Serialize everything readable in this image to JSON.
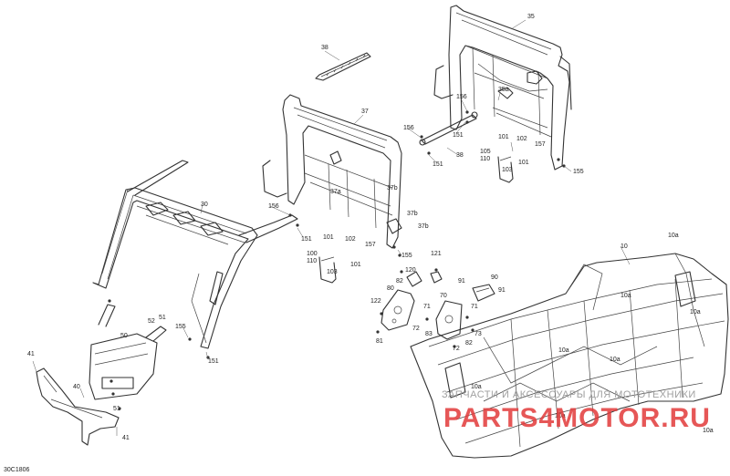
{
  "diagram_code": "30C1806",
  "watermark": {
    "tagline": "ЗАПЧАСТИ И АКСЕССУАРЫ ДЛЯ МОТОТЕХНИКИ",
    "logo": "PARTS4MOTOR.RU",
    "color": "#e23a3a"
  },
  "callouts": [
    {
      "id": "c35",
      "text": "35"
    },
    {
      "id": "c38a",
      "text": "38"
    },
    {
      "id": "c37",
      "text": "37"
    },
    {
      "id": "c35a",
      "text": "35a"
    },
    {
      "id": "c156a",
      "text": "156"
    },
    {
      "id": "c151a",
      "text": "151"
    },
    {
      "id": "c156b",
      "text": "156"
    },
    {
      "id": "c38b",
      "text": "38"
    },
    {
      "id": "c151b",
      "text": "151"
    },
    {
      "id": "c101a",
      "text": "101"
    },
    {
      "id": "c102a",
      "text": "102"
    },
    {
      "id": "c157a",
      "text": "157"
    },
    {
      "id": "c105",
      "text": "105"
    },
    {
      "id": "c110a",
      "text": "110"
    },
    {
      "id": "c101b",
      "text": "101"
    },
    {
      "id": "c103a",
      "text": "103"
    },
    {
      "id": "c155a",
      "text": "155"
    },
    {
      "id": "c30",
      "text": "30"
    },
    {
      "id": "c37a",
      "text": "37a"
    },
    {
      "id": "c37b1",
      "text": "37b"
    },
    {
      "id": "c37b2",
      "text": "37b"
    },
    {
      "id": "c37b3",
      "text": "37b"
    },
    {
      "id": "c156c",
      "text": "156"
    },
    {
      "id": "c151c",
      "text": "151"
    },
    {
      "id": "c101c",
      "text": "101"
    },
    {
      "id": "c102b",
      "text": "102"
    },
    {
      "id": "c157b",
      "text": "157"
    },
    {
      "id": "c100",
      "text": "100"
    },
    {
      "id": "c110b",
      "text": "110"
    },
    {
      "id": "c101d",
      "text": "101"
    },
    {
      "id": "c155b",
      "text": "155"
    },
    {
      "id": "c103b",
      "text": "103"
    },
    {
      "id": "c121",
      "text": "121"
    },
    {
      "id": "c120",
      "text": "120"
    },
    {
      "id": "c91a",
      "text": "91"
    },
    {
      "id": "c90",
      "text": "90"
    },
    {
      "id": "c91b",
      "text": "91"
    },
    {
      "id": "c82a",
      "text": "82"
    },
    {
      "id": "c80",
      "text": "80"
    },
    {
      "id": "c70",
      "text": "70"
    },
    {
      "id": "c122",
      "text": "122"
    },
    {
      "id": "c71a",
      "text": "71"
    },
    {
      "id": "c71b",
      "text": "71"
    },
    {
      "id": "c72a",
      "text": "72"
    },
    {
      "id": "c83",
      "text": "83"
    },
    {
      "id": "c73",
      "text": "73"
    },
    {
      "id": "c81",
      "text": "81"
    },
    {
      "id": "c72b",
      "text": "72"
    },
    {
      "id": "c82b",
      "text": "82"
    },
    {
      "id": "c10",
      "text": "10"
    },
    {
      "id": "c10a1",
      "text": "10a"
    },
    {
      "id": "c10a2",
      "text": "10a"
    },
    {
      "id": "c10a3",
      "text": "10a"
    },
    {
      "id": "c10a4",
      "text": "10a"
    },
    {
      "id": "c10a5",
      "text": "10a"
    },
    {
      "id": "c10a6",
      "text": "10a"
    },
    {
      "id": "c10a7",
      "text": "10a"
    },
    {
      "id": "c10a8",
      "text": "10a"
    },
    {
      "id": "c52",
      "text": "52"
    },
    {
      "id": "c51a",
      "text": "51"
    },
    {
      "id": "c155c",
      "text": "155"
    },
    {
      "id": "c50",
      "text": "50"
    },
    {
      "id": "c151d",
      "text": "151"
    },
    {
      "id": "c41a",
      "text": "41"
    },
    {
      "id": "c40",
      "text": "40"
    },
    {
      "id": "c51b",
      "text": "51"
    },
    {
      "id": "c41b",
      "text": "41"
    }
  ]
}
